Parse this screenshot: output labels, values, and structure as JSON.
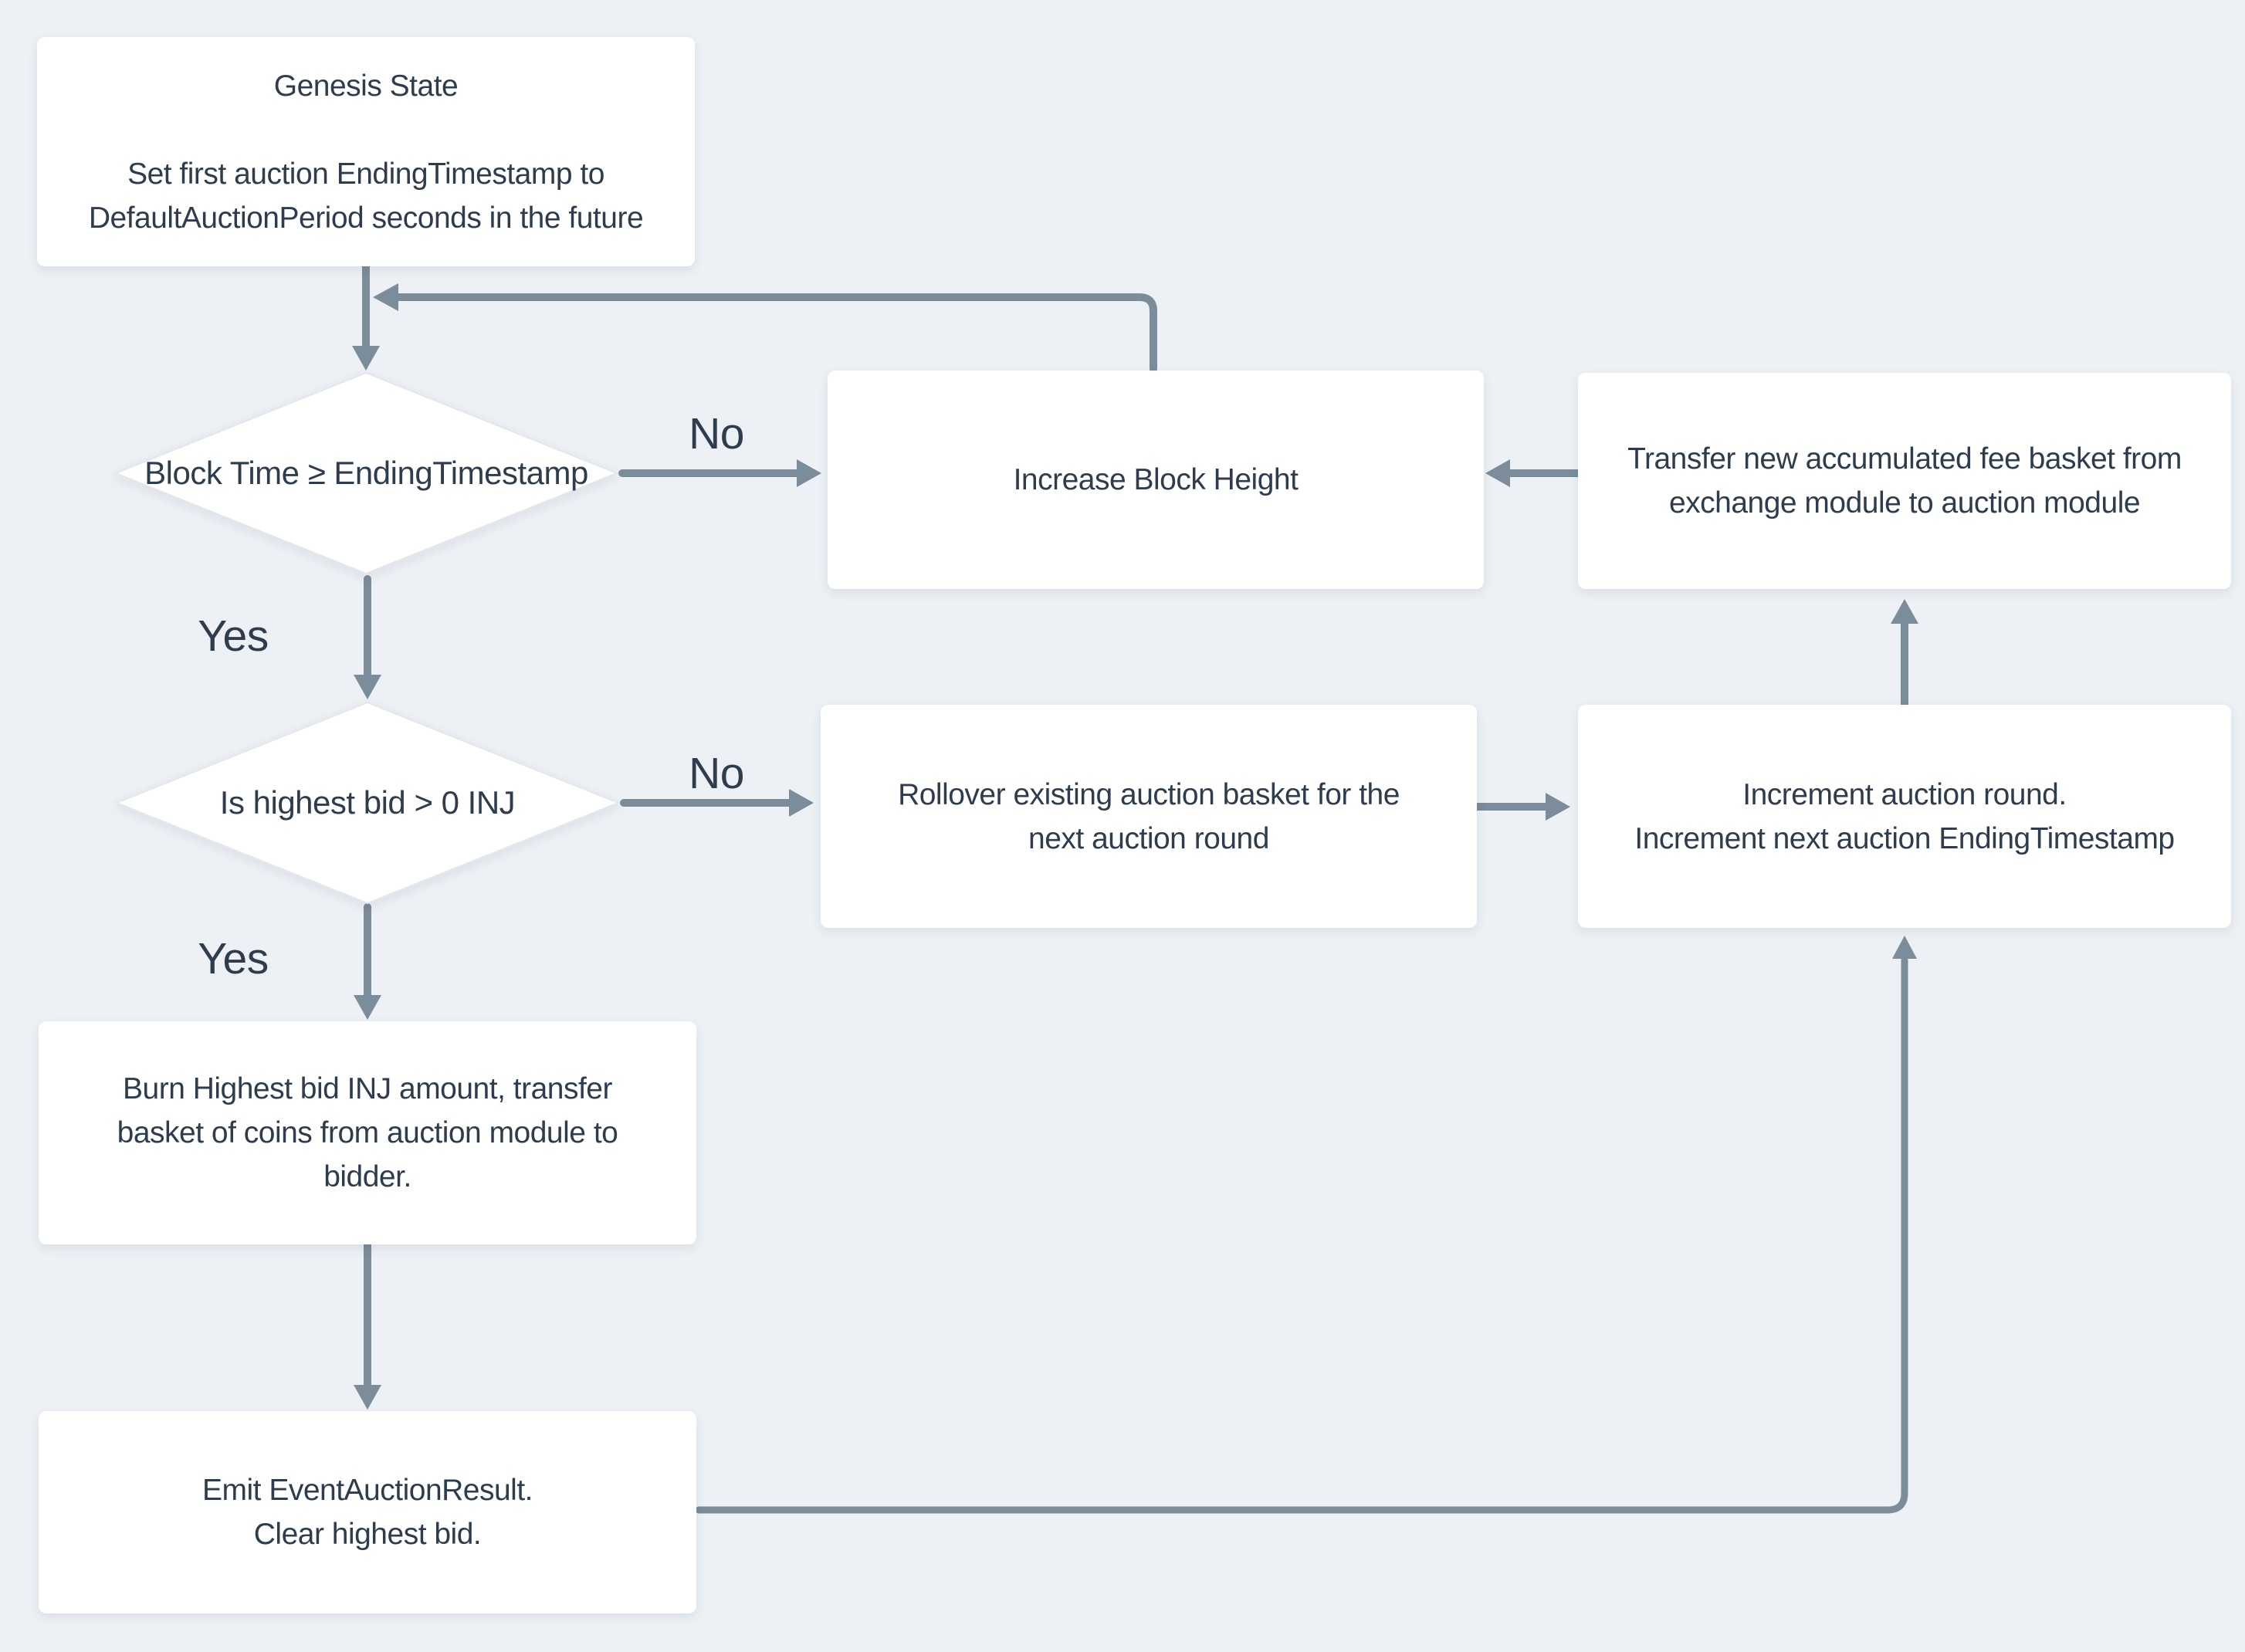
{
  "flowchart": {
    "title_hint": "Auction module end-blocker flow",
    "colors": {
      "background": "#edf1f5",
      "node_fill": "#ffffff",
      "node_border": "#e2e7ec",
      "arrow": "#7b8c9b",
      "text": "#2e3d4d"
    },
    "nodes": {
      "genesis": {
        "title": "Genesis State",
        "lines": [
          "Set first auction EndingTimestamp to",
          "DefaultAuctionPeriod seconds in the future"
        ]
      },
      "decision_block_time": {
        "label": "Block Time ≥ EndingTimestamp"
      },
      "increase_block_height": {
        "label": "Increase Block Height"
      },
      "transfer_fee_basket": {
        "lines": [
          "Transfer new accumulated fee basket from",
          "exchange module to auction module"
        ]
      },
      "decision_highest_bid": {
        "label": "Is highest bid > 0 INJ"
      },
      "rollover_basket": {
        "lines": [
          "Rollover existing auction basket for the",
          "next auction round"
        ]
      },
      "increment_round": {
        "lines": [
          "Increment auction round.",
          "Increment next auction EndingTimestamp"
        ]
      },
      "burn_bid": {
        "lines": [
          "Burn Highest bid INJ amount, transfer",
          "basket of coins from auction module to",
          "bidder."
        ]
      },
      "emit_result": {
        "lines": [
          "Emit EventAuctionResult.",
          "Clear highest bid."
        ]
      }
    },
    "edge_labels": {
      "no1": "No",
      "yes1": "Yes",
      "no2": "No",
      "yes2": "Yes"
    }
  }
}
